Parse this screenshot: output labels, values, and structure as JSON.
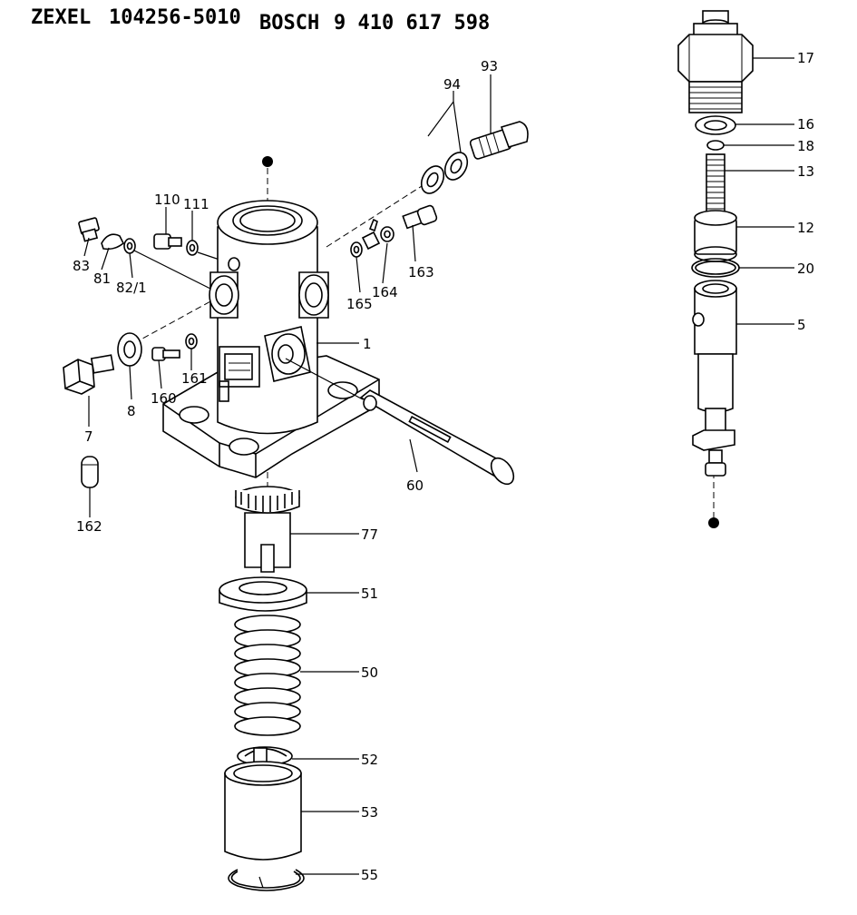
{
  "header": {
    "brand_a": "ZEXEL",
    "code_a": "104256-5010",
    "brand_b": "BOSCH",
    "code_b": "9 410 617 598"
  },
  "callouts": {
    "p1": "1",
    "p5": "5",
    "p7": "7",
    "p8": "8",
    "p12": "12",
    "p13": "13",
    "p16": "16",
    "p17": "17",
    "p18": "18",
    "p20": "20",
    "p50": "50",
    "p51": "51",
    "p52": "52",
    "p53": "53",
    "p55": "55",
    "p60": "60",
    "p77": "77",
    "p81": "81",
    "p82": "82/1",
    "p83": "83",
    "p93": "93",
    "p94": "94",
    "p110": "110",
    "p111": "111",
    "p160": "160",
    "p161": "161",
    "p162": "162",
    "p163": "163",
    "p164": "164",
    "p165": "165"
  }
}
